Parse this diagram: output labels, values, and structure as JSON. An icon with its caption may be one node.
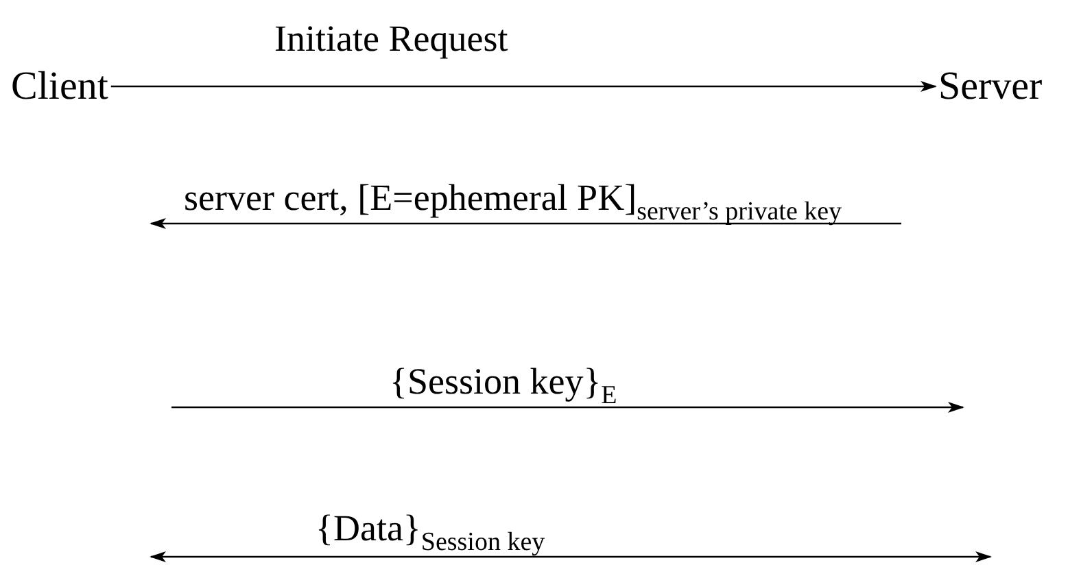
{
  "diagram": {
    "nodes": [
      {
        "text": [
          "Client"
        ]
      },
      {
        "text": [
          "Server"
        ]
      }
    ],
    "edges": [
      {
        "from": 0,
        "to": 1,
        "arrow": "to",
        "label": "Initiate Request"
      }
    ],
    "labels": [
      "server cert, [E=ephemeral PK]$_{server’s private key}$",
      "{Session key}$_{E}$",
      "{Data}$_{Session key}$"
    ]
  }
}
